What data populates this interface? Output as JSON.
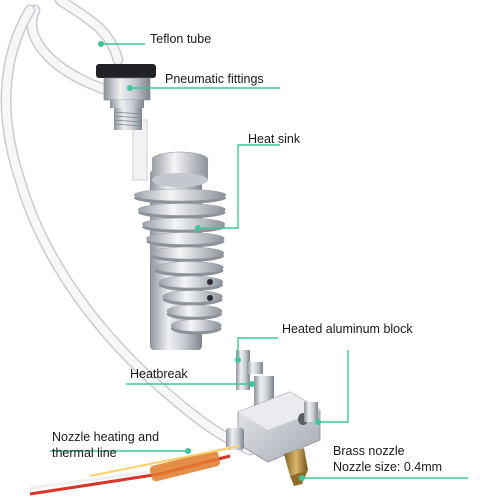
{
  "labels": {
    "teflon_tube": "Teflon tube",
    "pneumatic_fittings": "Pneumatic fittings",
    "heat_sink": "Heat sink",
    "heated_block": "Heated aluminum block",
    "heatbreak": "Heatbreak",
    "nozzle_heating_line1": "Nozzle heating and",
    "nozzle_heating_line2": "thermal line",
    "brass_nozzle": "Brass nozzle",
    "nozzle_size": "Nozzle size: 0.4mm"
  },
  "colors": {
    "leader": "#3ec79a",
    "tube": "#f2f3f5",
    "tube_edge": "#c9ccd1",
    "aluminum": "#cfd3d8",
    "aluminum_dark": "#9aa0a8",
    "brass": "#b08a3e",
    "kapton": "#e07a2a",
    "wire_red": "#d9362b"
  }
}
